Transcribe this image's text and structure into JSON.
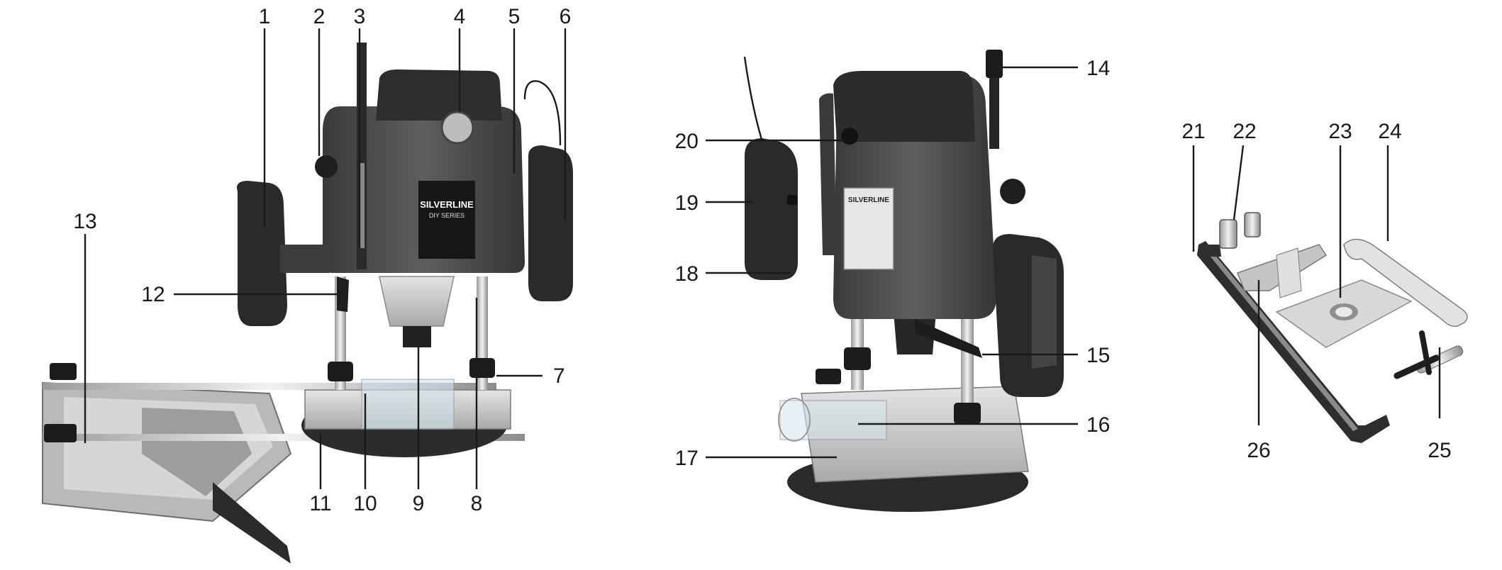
{
  "figure": {
    "logo_text": "SILVERLINE",
    "series_text": "DIY SERIES",
    "panels": [
      {
        "id": "router-front",
        "callouts": [
          {
            "num": "1"
          },
          {
            "num": "2"
          },
          {
            "num": "3"
          },
          {
            "num": "4"
          },
          {
            "num": "5"
          },
          {
            "num": "6"
          },
          {
            "num": "7"
          },
          {
            "num": "8"
          },
          {
            "num": "9"
          },
          {
            "num": "10"
          },
          {
            "num": "11"
          },
          {
            "num": "12"
          },
          {
            "num": "13"
          }
        ]
      },
      {
        "id": "router-rear",
        "callouts": [
          {
            "num": "14"
          },
          {
            "num": "15"
          },
          {
            "num": "16"
          },
          {
            "num": "17"
          },
          {
            "num": "18"
          },
          {
            "num": "19"
          },
          {
            "num": "20"
          }
        ]
      },
      {
        "id": "accessories",
        "callouts": [
          {
            "num": "21"
          },
          {
            "num": "22"
          },
          {
            "num": "23"
          },
          {
            "num": "24"
          },
          {
            "num": "25"
          },
          {
            "num": "26"
          }
        ]
      }
    ]
  }
}
